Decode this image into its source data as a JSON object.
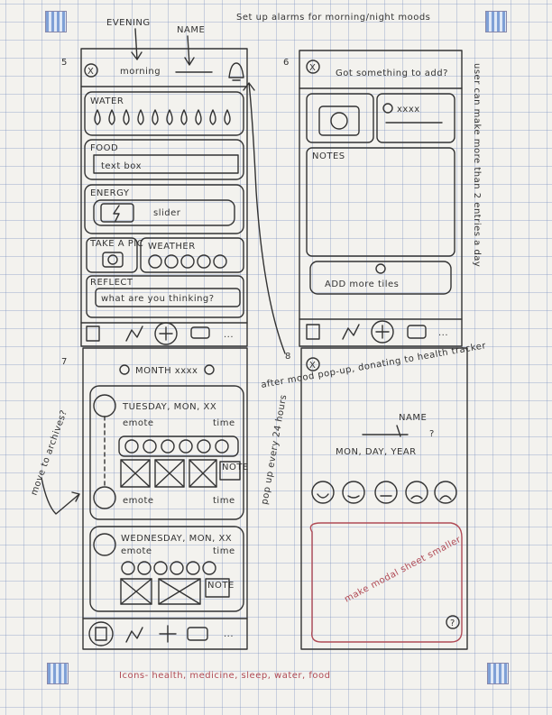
{
  "annotations": {
    "evening": "EVENING",
    "name": "NAME",
    "setup_alarms": "Set up alarms for morning/night moods",
    "user_can_make": "user can make more than 2 entries a day",
    "move_to_archives": "move to archives?",
    "after_mood_popup": "after mood pop-up, donating to health tracker",
    "pop_up": "pop up every 24 hours",
    "icons_note": "Icons- health, medicine, sleep, water, food"
  },
  "screen5": {
    "number": "5",
    "close": "X",
    "greeting": "morning",
    "water_label": "WATER",
    "food_label": "FOOD",
    "food_input": "text box",
    "energy_label": "ENERGY",
    "energy_slider": "slider",
    "take_pic": "TAKE A PIC",
    "weather_label": "WEATHER",
    "reflect_label": "REFLECT",
    "reflect_input": "what are you thinking?",
    "nav_more": "..."
  },
  "screen6": {
    "number": "6",
    "close": "X",
    "title": "Got something to add?",
    "location": "xxxx",
    "notes_label": "NOTES",
    "add_tiles_label": "ADD more tiles",
    "nav_more": "..."
  },
  "screen7": {
    "number": "7",
    "month": "MONTH xxxx",
    "entry1_date": "TUESDAY, MON, XX",
    "entry1_emote": "emote",
    "entry1_time": "time",
    "entry1b_emote": "emote",
    "entry1b_time": "time",
    "entry2_date": "WEDNESDAY, MON, XX",
    "entry2_emote": "emote",
    "entry2_time": "time",
    "note": "NOTE",
    "nav_more": "..."
  },
  "screen8": {
    "number": "8",
    "close": "X",
    "name_label": "NAME",
    "question": "?",
    "date_line": "MON, DAY, YEAR",
    "sheet_text": "make modal sheet smaller",
    "help": "?"
  }
}
